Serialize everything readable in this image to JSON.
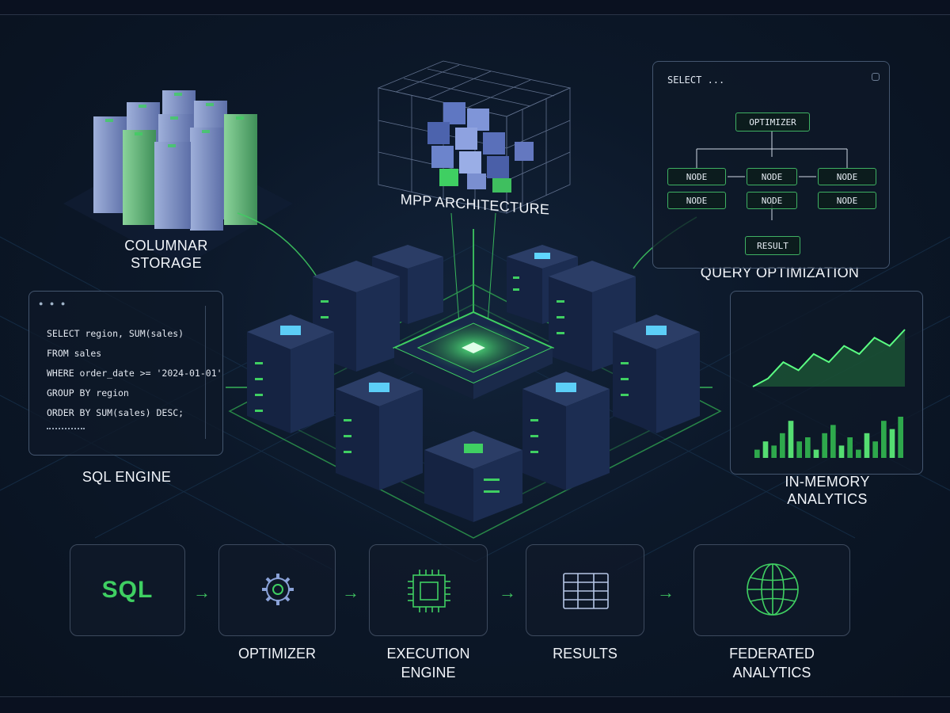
{
  "components": {
    "columnar_storage": "COLUMNAR\nSTORAGE",
    "mpp_architecture": "MPP ARCHITECTURE",
    "query_optimization": "QUERY OPTIMIZATION",
    "sql_engine": "SQL ENGINE",
    "in_memory_analytics": "IN-MEMORY\nANALYTICS"
  },
  "sql_code": {
    "lines": [
      "SELECT region, SUM(sales)",
      "FROM sales",
      "WHERE order_date >= '2024-01-01'",
      "GROUP BY region",
      "ORDER BY SUM(sales) DESC;"
    ]
  },
  "query_plan": {
    "select": "SELECT ...",
    "optimizer": "OPTIMIZER",
    "nodes": [
      "NODE",
      "NODE",
      "NODE",
      "NODE",
      "NODE",
      "NODE"
    ],
    "result": "RESULT"
  },
  "analytics_chart": {
    "bars": [
      2,
      4,
      3,
      6,
      9,
      4,
      5,
      2,
      6,
      8,
      3,
      5,
      2,
      6,
      4,
      9,
      7,
      10
    ],
    "line": [
      3,
      4,
      6,
      5,
      7,
      6,
      8,
      7,
      9,
      8,
      10
    ]
  },
  "pipeline": {
    "sql_icon_text": "SQL",
    "steps": [
      "OPTIMIZER",
      "EXECUTION\nENGINE",
      "RESULTS",
      "FEDERATED\nANALYTICS"
    ],
    "arrow": "→"
  },
  "colors": {
    "accent_green": "#3fcf62",
    "node_blue": "#1c2a4c",
    "glow_cyan": "#5fd6ff",
    "background": "#0c1829"
  }
}
